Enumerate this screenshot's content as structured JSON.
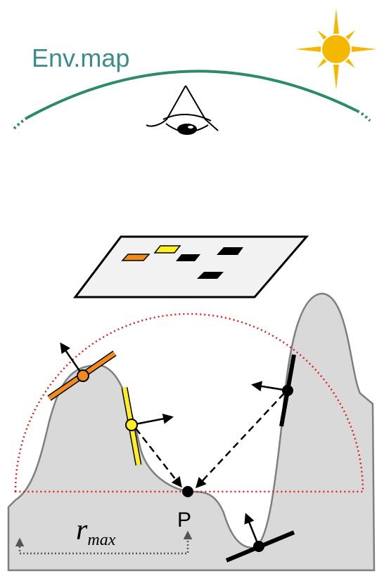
{
  "labels": {
    "env_map": "Env.map",
    "point": "P",
    "radius_symbol": "r",
    "radius_subscript": "max"
  },
  "colors": {
    "env_map_text": "#3a8d8a",
    "env_map_arc": "#2e8b68",
    "sun": "#f5b800",
    "terrain_fill": "#d9d9d9",
    "terrain_stroke": "#7f7f7f",
    "hemisphere": "#e02020",
    "orange_sample": "#f08a1c",
    "yellow_sample": "#ffee22",
    "black_sample": "#000000",
    "radius_arrow": "#555555",
    "plane_fill": "#f2f2f2"
  },
  "icons": {
    "sun": "sun-icon",
    "eye": "eye-icon"
  },
  "samples": [
    {
      "name": "orange-sample",
      "color": "orange"
    },
    {
      "name": "yellow-sample",
      "color": "yellow"
    },
    {
      "name": "right-sample",
      "color": "black"
    },
    {
      "name": "valley-sample",
      "color": "black"
    }
  ]
}
